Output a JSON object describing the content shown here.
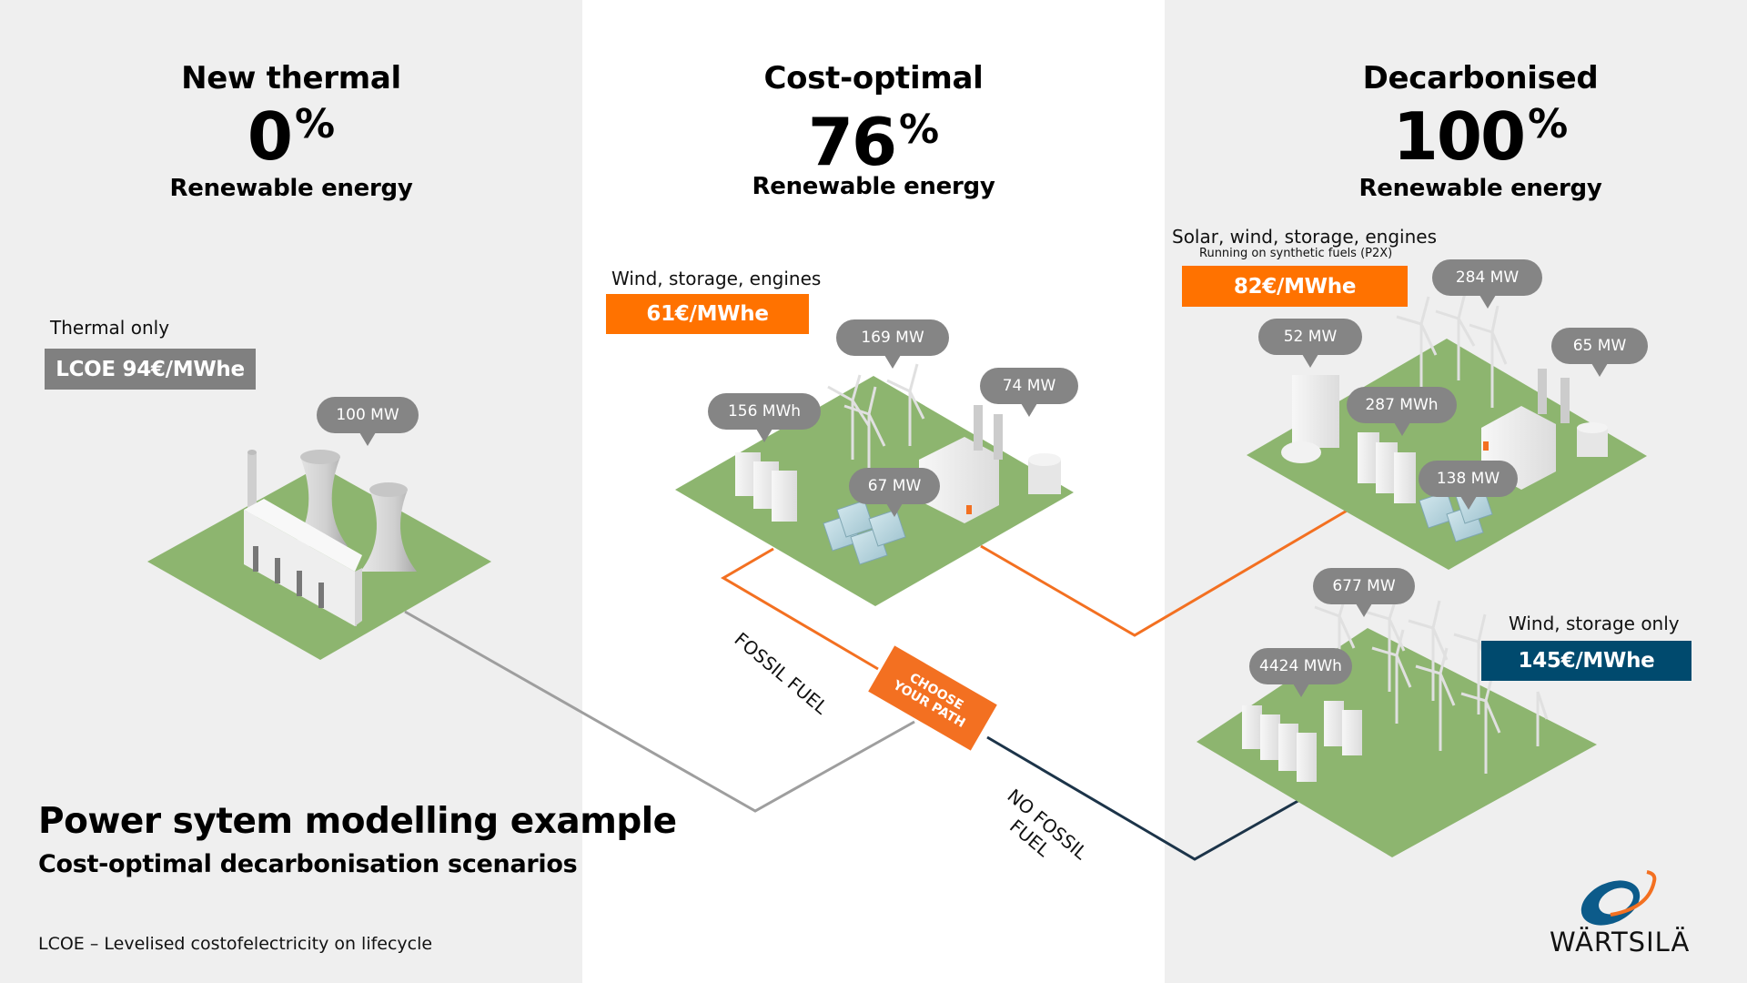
{
  "colors": {
    "panel_gray": "#efefef",
    "tile_green": "#8db56f",
    "bubble_gray": "#858585",
    "cost_gray": "#808080",
    "orange": "#ff7200",
    "navy": "#004a6e",
    "path_gray": "#9e9e9e",
    "path_orange": "#f37021",
    "path_navy": "#1c3449"
  },
  "scenarios": [
    {
      "title": "New thermal",
      "pct_value": "0",
      "pct_sign": "%",
      "subtitle": "Renewable energy",
      "caption": "Thermal only",
      "cost_label": "LCOE 94€/MWhe",
      "bubbles": [
        "100 MW"
      ]
    },
    {
      "title": "Cost-optimal",
      "pct_value": "76",
      "pct_sign": "%",
      "subtitle": "Renewable energy",
      "caption": "Wind, storage, engines",
      "cost_label": "61€/MWhe",
      "bubbles": [
        "169 MW",
        "156 MWh",
        "74 MW",
        "67 MW"
      ]
    },
    {
      "title": "Decarbonised",
      "pct_value": "100",
      "pct_sign": "%",
      "subtitle": "Renewable energy",
      "option_a": {
        "caption": "Solar, wind, storage, engines",
        "caption_small": "Running on synthetic fuels (P2X)",
        "cost_label": "82€/MWhe",
        "bubbles": [
          "284 MW",
          "52 MW",
          "65 MW",
          "287 MWh",
          "138 MW"
        ]
      },
      "option_b": {
        "caption": "Wind, storage only",
        "cost_label": "145€/MWhe",
        "bubbles": [
          "677 MW",
          "4424 MWh"
        ]
      }
    }
  ],
  "paths": {
    "fossil_label": "FOSSIL FUEL",
    "no_fossil_label_line1": "NO FOSSIL",
    "no_fossil_label_line2": "FUEL",
    "choose_line1": "CHOOSE",
    "choose_line2": "YOUR PATH"
  },
  "footer": {
    "title": "Power sytem modelling example",
    "subtitle": "Cost-optimal decarbonisation scenarios",
    "note": "LCOE – Levelised costofelectricity on lifecycle"
  },
  "logo": {
    "text": "WÄRTSILÄ"
  }
}
